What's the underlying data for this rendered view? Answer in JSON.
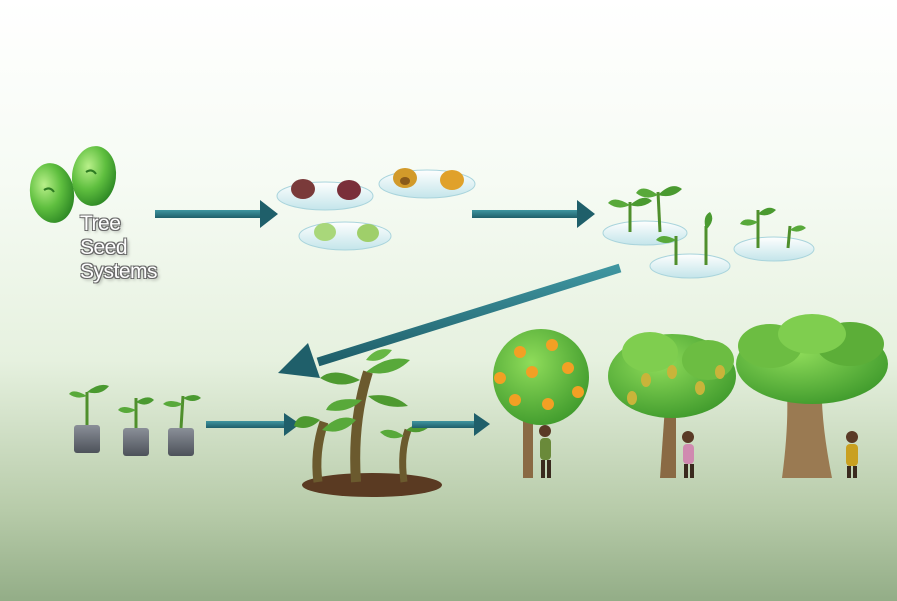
{
  "title_lines": [
    "Tree",
    "Seed",
    "Systems"
  ],
  "icons": {
    "seed": "bean-seed-icon",
    "dish": "petri-dish-icon",
    "seedling": "seedling-icon",
    "pot": "nursery-bag-icon",
    "tree": "tree-icon",
    "person": "person-icon"
  },
  "colors": {
    "arrow": "#2b7a85",
    "seed_green": "#5fbf3f",
    "leaf": "#57a63a",
    "trunk": "#8a6a44",
    "fruit_orange": "#f2a024",
    "background_bottom": "#93ad87"
  }
}
